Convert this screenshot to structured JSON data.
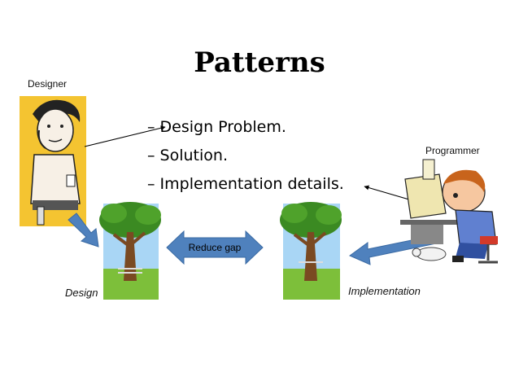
{
  "slide": {
    "title": "Patterns",
    "designer_label": "Designer",
    "programmer_label": "Programmer",
    "design_label": "Design",
    "implementation_label": "Implementation",
    "reduce_gap_label": "Reduce gap",
    "bullets": [
      "– Design Problem.",
      "– Solution.",
      "– Implementation details."
    ]
  },
  "icons": {
    "designer": "designer-cartoon-icon",
    "programmer": "programmer-cartoon-icon",
    "tree_design": "tree-image-icon",
    "tree_impl": "tree-image-icon"
  },
  "colors": {
    "arrow_blue": "#4f81bd",
    "double_arrow": "#4f81bd",
    "sky": "#a9d6f5",
    "grass": "#7dbf3a",
    "leaves": "#3b8a22"
  }
}
